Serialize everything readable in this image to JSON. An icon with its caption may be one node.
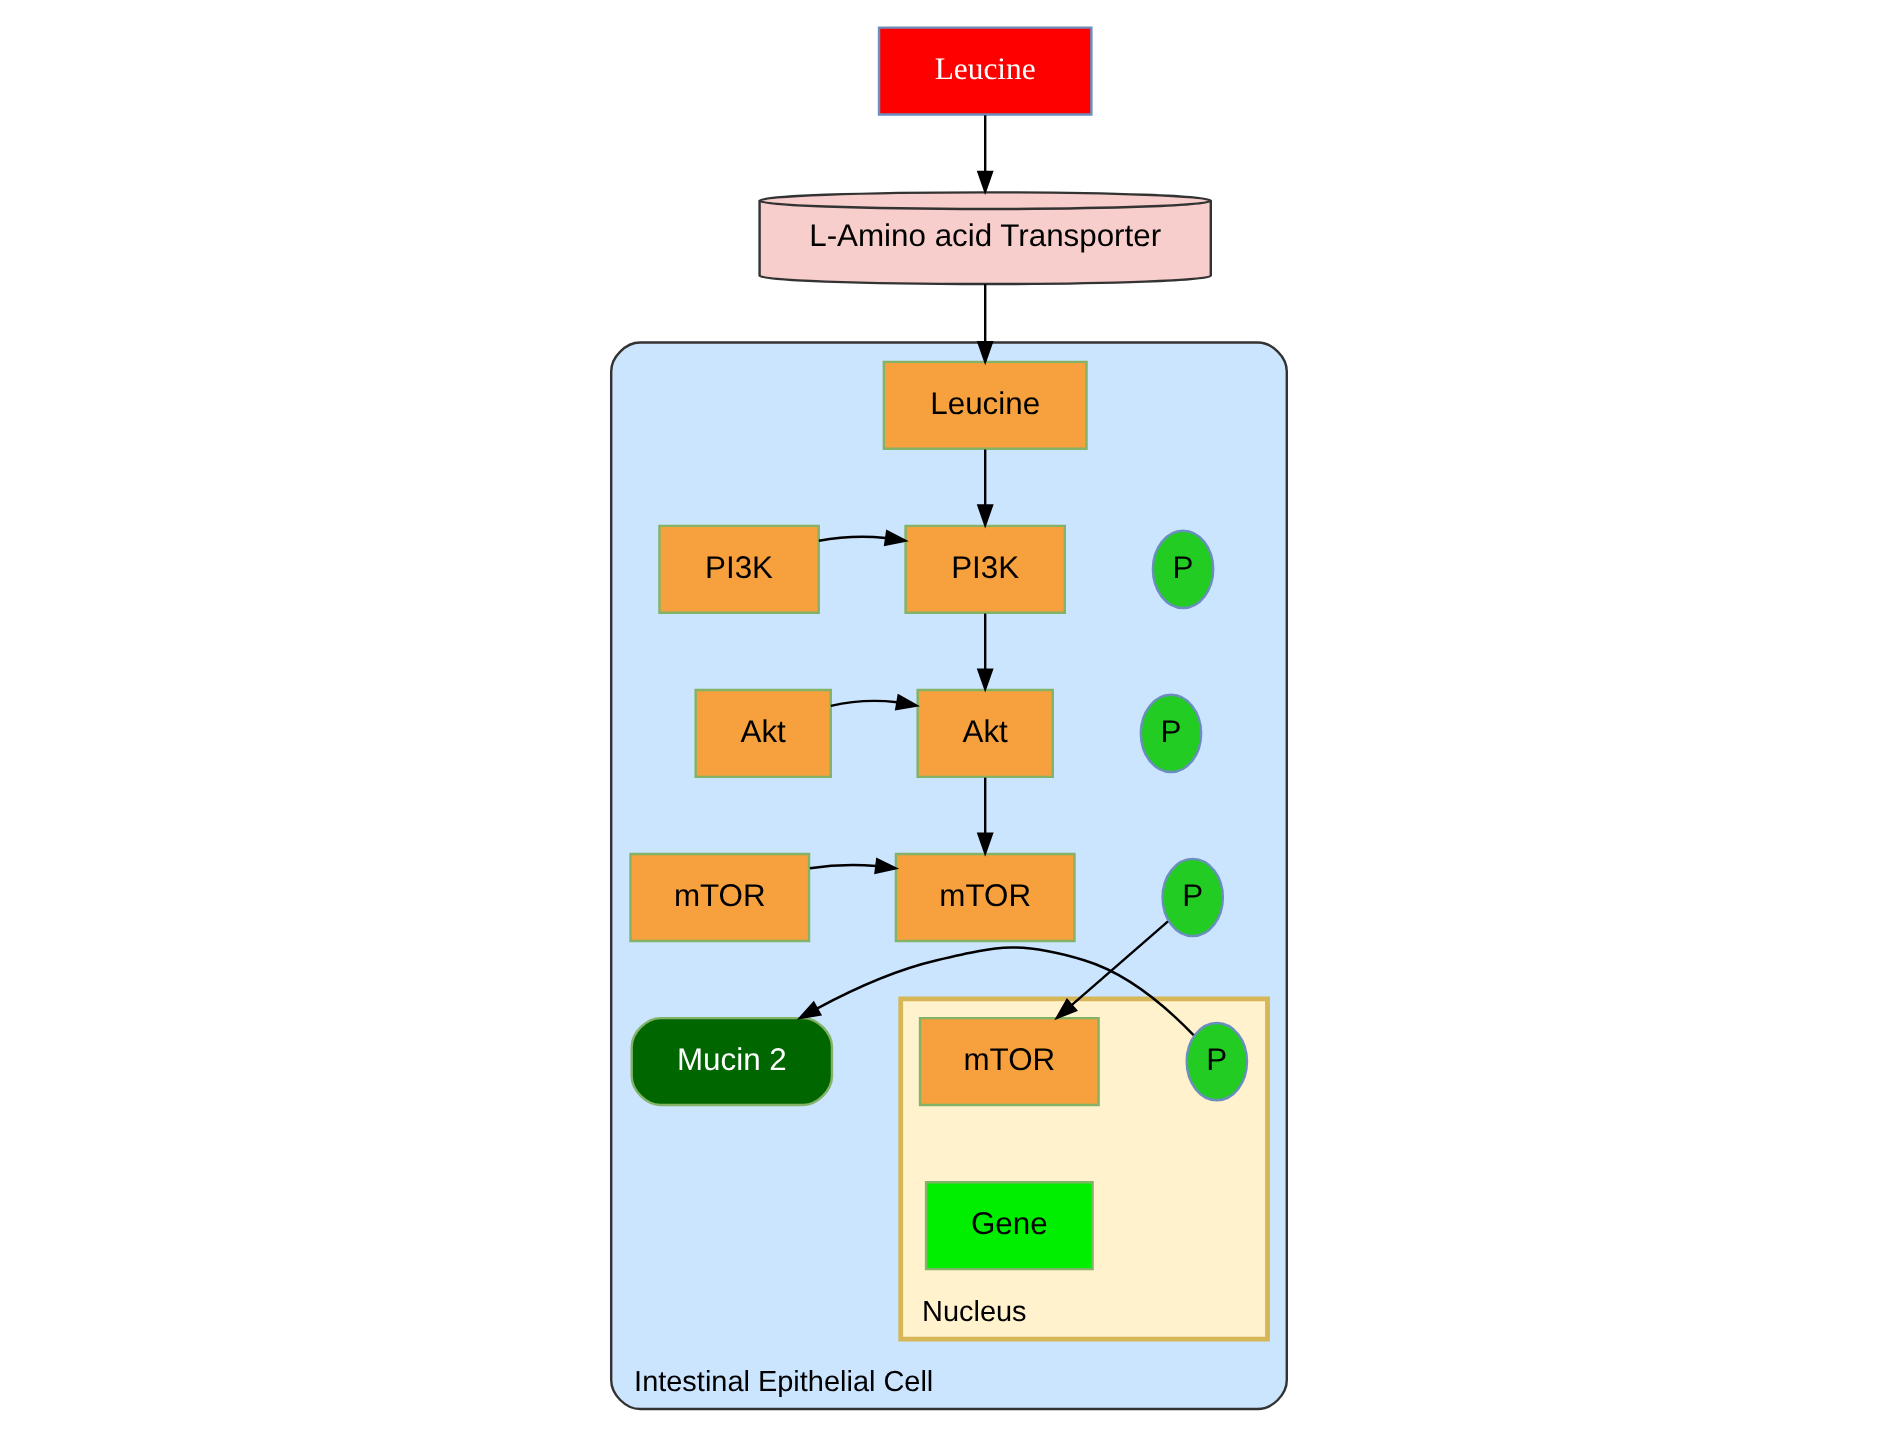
{
  "diagram": {
    "nodes": [
      {
        "text": [
          "Leucine"
        ]
      },
      {
        "text": [
          "Intestinal Epithelial Cell"
        ]
      },
      {
        "text": [
          "L-Amino acid Transporter"
        ]
      },
      {
        "text": [
          "Leucine"
        ],
        "in": 1
      },
      {
        "text": [
          "PI3K"
        ],
        "in": 1
      },
      {
        "text": [
          "PI3K"
        ],
        "in": 1
      },
      {
        "text": [
          "P"
        ],
        "in": 1
      },
      {
        "text": [
          "Akt"
        ],
        "in": 1
      },
      {
        "text": [
          "Akt"
        ],
        "in": 1
      },
      {
        "text": [
          "P"
        ],
        "in": 1
      },
      {
        "text": [
          "mTOR"
        ],
        "in": 1
      },
      {
        "text": [
          "mTOR"
        ],
        "in": 1
      },
      {
        "text": [
          "P"
        ],
        "in": 1
      },
      {
        "text": [
          "Nucleus"
        ],
        "in": 1
      },
      {
        "text": [
          "mTOR"
        ],
        "in": 13
      },
      {
        "text": [
          "P"
        ],
        "in": 13
      },
      {
        "text": [
          "Gene"
        ],
        "in": 13
      },
      {
        "text": [
          "Mucin 2"
        ],
        "in": 1
      }
    ],
    "edges": [
      {
        "from": 0,
        "to": 2,
        "arrow": "to"
      },
      {
        "from": 2,
        "to": 3,
        "arrow": "to"
      },
      {
        "from": 3,
        "to": 5,
        "arrow": "to"
      },
      {
        "from": 4,
        "to": 5,
        "arrow": "to"
      },
      {
        "from": 5,
        "to": 8,
        "arrow": "to"
      },
      {
        "from": 7,
        "to": 8,
        "arrow": "to"
      },
      {
        "from": 8,
        "to": 11,
        "arrow": "to"
      },
      {
        "from": 10,
        "to": 11,
        "arrow": "to"
      },
      {
        "from": 12,
        "to": 14,
        "arrow": "to"
      },
      {
        "from": 15,
        "to": 17,
        "arrow": "to"
      }
    ]
  }
}
